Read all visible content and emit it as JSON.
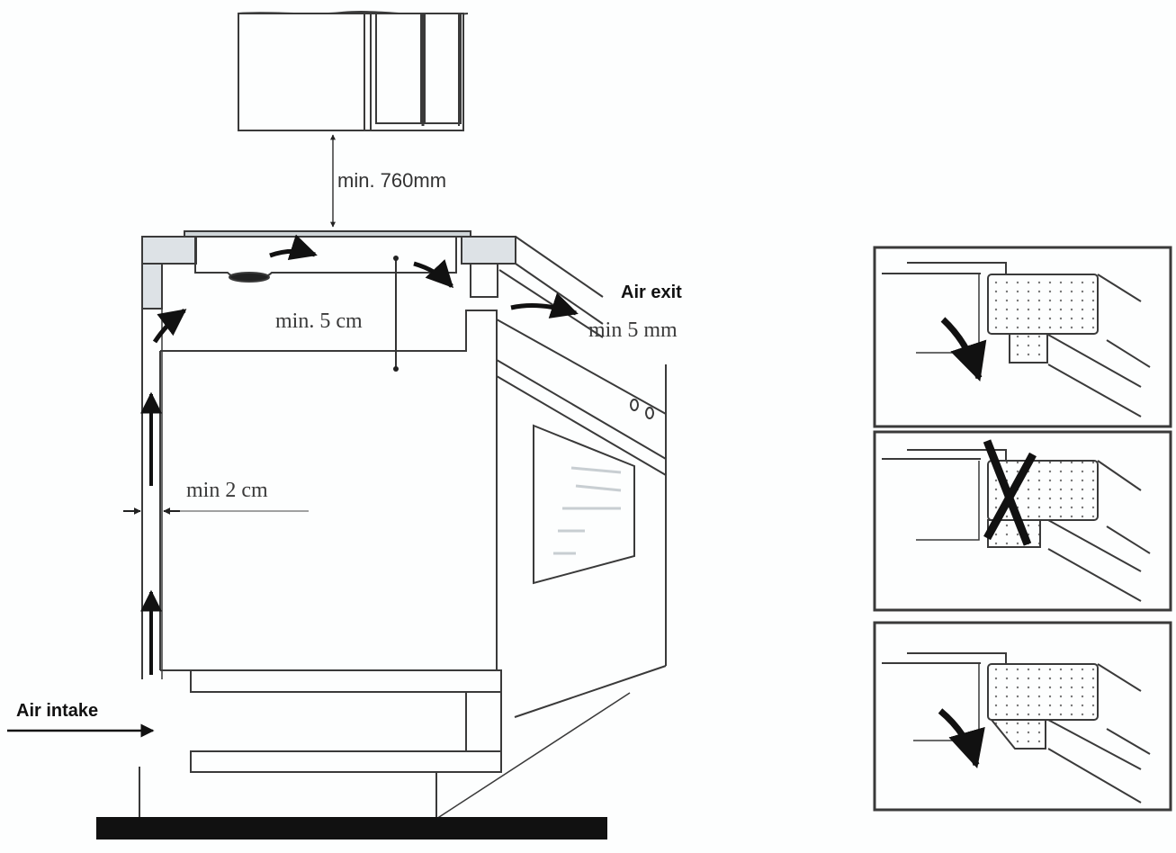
{
  "diagram": {
    "title": "Built-in cooker installation clearances and ventilation",
    "colors": {
      "line": "#3a3a3a",
      "floor": "#111111",
      "insulation": "#dde2e6",
      "background": "#fdfefe"
    },
    "labels": {
      "cabinet_clearance": "min. 760mm",
      "top_clearance": "min. 5 cm",
      "air_exit": "Air exit",
      "exit_gap": "min  5 mm",
      "side_clearance": "min  2 cm",
      "air_intake": "Air intake"
    },
    "details": [
      {
        "id": "correct-1",
        "status": "correct",
        "mark": ""
      },
      {
        "id": "incorrect",
        "status": "incorrect",
        "mark": "X"
      },
      {
        "id": "correct-2",
        "status": "correct",
        "mark": ""
      }
    ]
  }
}
